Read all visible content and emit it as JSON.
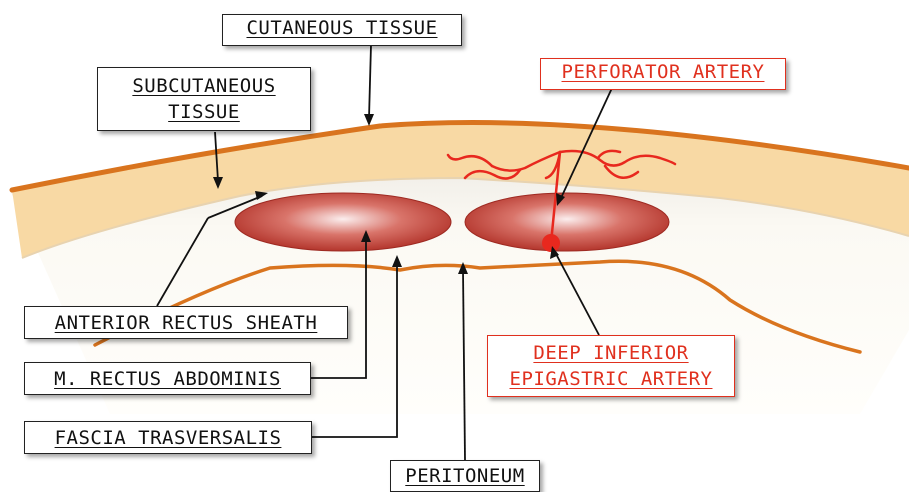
{
  "labels": {
    "cutaneous": "CUTANEOUS TISSUE",
    "subcutaneous_line1": "SUBCUTANEOUS",
    "subcutaneous_line2": "TISSUE",
    "perforator": "PERFORATOR ARTERY",
    "anterior_sheath": "ANTERIOR RECTUS SHEATH",
    "rectus_abdominis": "M. RECTUS ABDOMINIS",
    "fascia": "FASCIA TRASVERSALIS",
    "peritoneum": "PERITONEUM",
    "deep_inferior_line1": "DEEP INFERIOR",
    "deep_inferior_line2": "EPIGASTRIC ARTERY"
  },
  "colors": {
    "skin_line": "#d9741e",
    "subcutaneous_fat": "#f9dca8",
    "muscle_red": "#b8322a",
    "artery_red": "#e8281e",
    "label_black": "#111111",
    "label_red": "#e0301e"
  }
}
